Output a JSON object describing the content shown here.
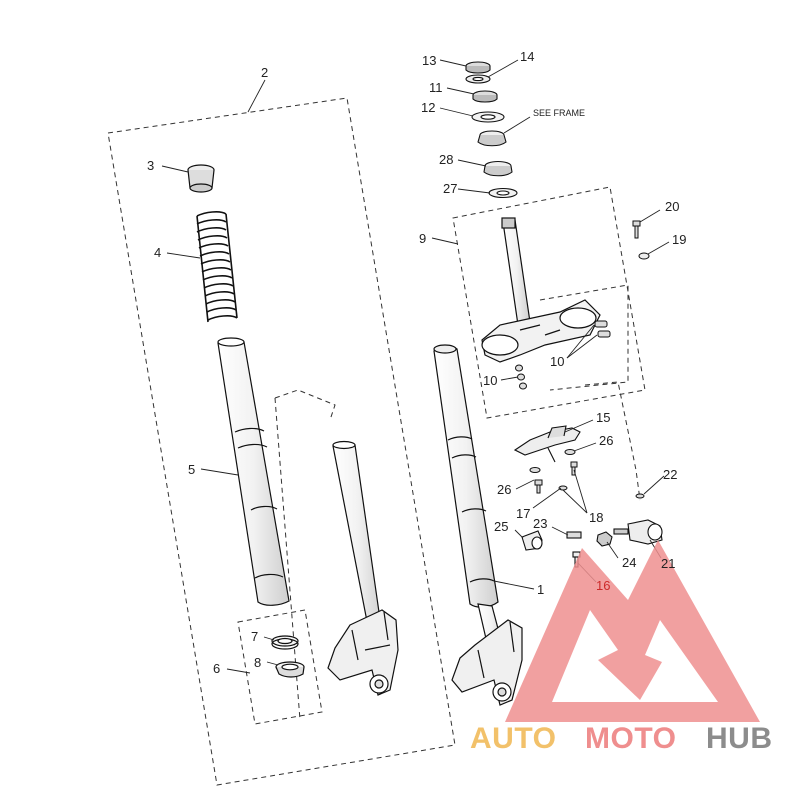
{
  "callouts": [
    {
      "id": "2",
      "text": "2"
    },
    {
      "id": "3",
      "text": "3"
    },
    {
      "id": "4",
      "text": "4"
    },
    {
      "id": "5",
      "text": "5"
    },
    {
      "id": "6",
      "text": "6"
    },
    {
      "id": "7",
      "text": "7"
    },
    {
      "id": "8",
      "text": "8"
    },
    {
      "id": "1",
      "text": "1"
    },
    {
      "id": "9",
      "text": "9"
    },
    {
      "id": "10a",
      "text": "10"
    },
    {
      "id": "10b",
      "text": "10"
    },
    {
      "id": "11",
      "text": "11"
    },
    {
      "id": "12",
      "text": "12"
    },
    {
      "id": "13",
      "text": "13"
    },
    {
      "id": "14",
      "text": "14"
    },
    {
      "id": "15",
      "text": "15"
    },
    {
      "id": "16",
      "text": "16"
    },
    {
      "id": "17",
      "text": "17"
    },
    {
      "id": "18",
      "text": "18"
    },
    {
      "id": "19",
      "text": "19"
    },
    {
      "id": "20",
      "text": "20"
    },
    {
      "id": "21",
      "text": "21"
    },
    {
      "id": "22",
      "text": "22"
    },
    {
      "id": "23",
      "text": "23"
    },
    {
      "id": "24",
      "text": "24"
    },
    {
      "id": "25",
      "text": "25"
    },
    {
      "id": "26a",
      "text": "26"
    },
    {
      "id": "26b",
      "text": "26"
    },
    {
      "id": "27",
      "text": "27"
    },
    {
      "id": "28",
      "text": "28"
    }
  ],
  "note": {
    "text": "SEE FRAME"
  },
  "watermark": {
    "brand_part1": "AUTO",
    "brand_part2": "MOTO",
    "brand_part3": "HUB",
    "color_part1": "#f2c16a",
    "color_part2": "#ef8e8e",
    "color_part3": "#8c8c8c",
    "logo_color": "#ef8f8f"
  }
}
